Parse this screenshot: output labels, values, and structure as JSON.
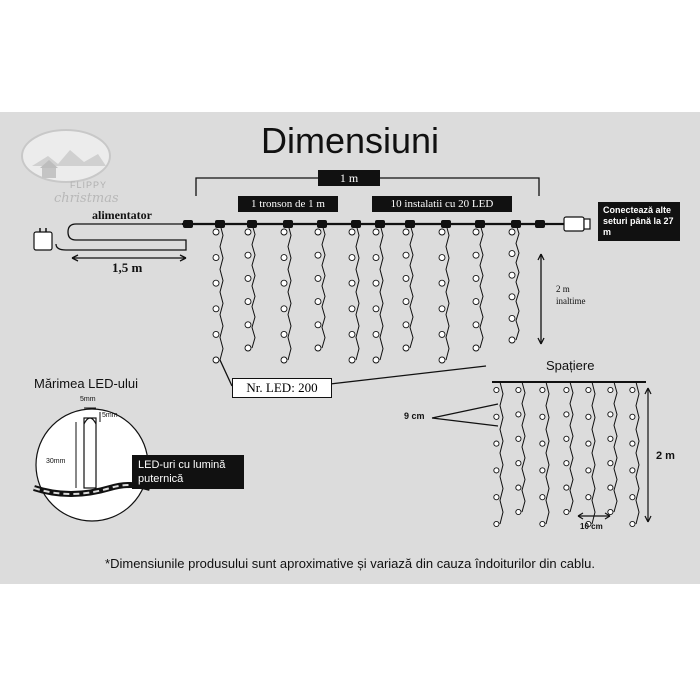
{
  "title": "Dimensiuni",
  "width_label": "1 m",
  "segment_label": "1 tronson de 1 m",
  "install_label": "10 instalatii cu 20 LED",
  "power_label": "alimentator",
  "cable_label": "1,5 m",
  "connect_note": "Conectează alte seturi până la 27 m",
  "height_label": "2 m",
  "height_sub": "inaltime",
  "led_count_label": "Nr. LED:",
  "led_count": "200",
  "led_size_title": "Mărimea LED-ului",
  "led_width": "5mm",
  "led_height_small": "5mm",
  "led_height_total": "30mm",
  "led_note": "LED-uri cu lumină puternică",
  "spacing_title": "Spațiere",
  "spacing_vertical": "9 cm",
  "spacing_height": "2 m",
  "spacing_horizontal": "10 cm",
  "footnote": "*Dimensiunile produsului sunt aproximative și variază din cauza îndoiturilor din cablu.",
  "logo_text": [
    "FLIPPY",
    "christmas"
  ],
  "colors": {
    "panel": "#dcdcdc",
    "ink": "#111111",
    "label_bg": "#111111"
  }
}
